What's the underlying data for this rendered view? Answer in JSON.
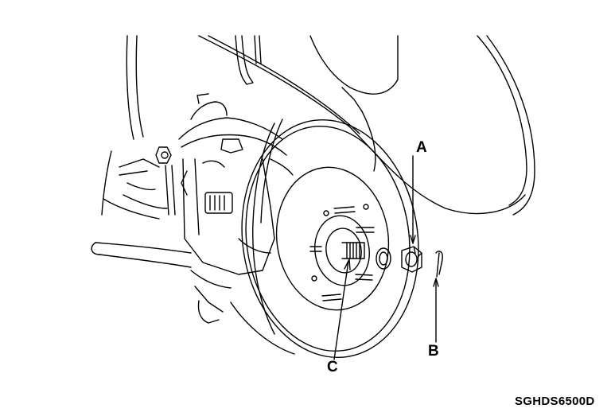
{
  "diagram": {
    "callouts": {
      "a": "A",
      "b": "B",
      "c": "C"
    },
    "figure_code": "SGHDS6500D"
  },
  "colors": {
    "ink": "#000000",
    "paper": "#ffffff"
  }
}
